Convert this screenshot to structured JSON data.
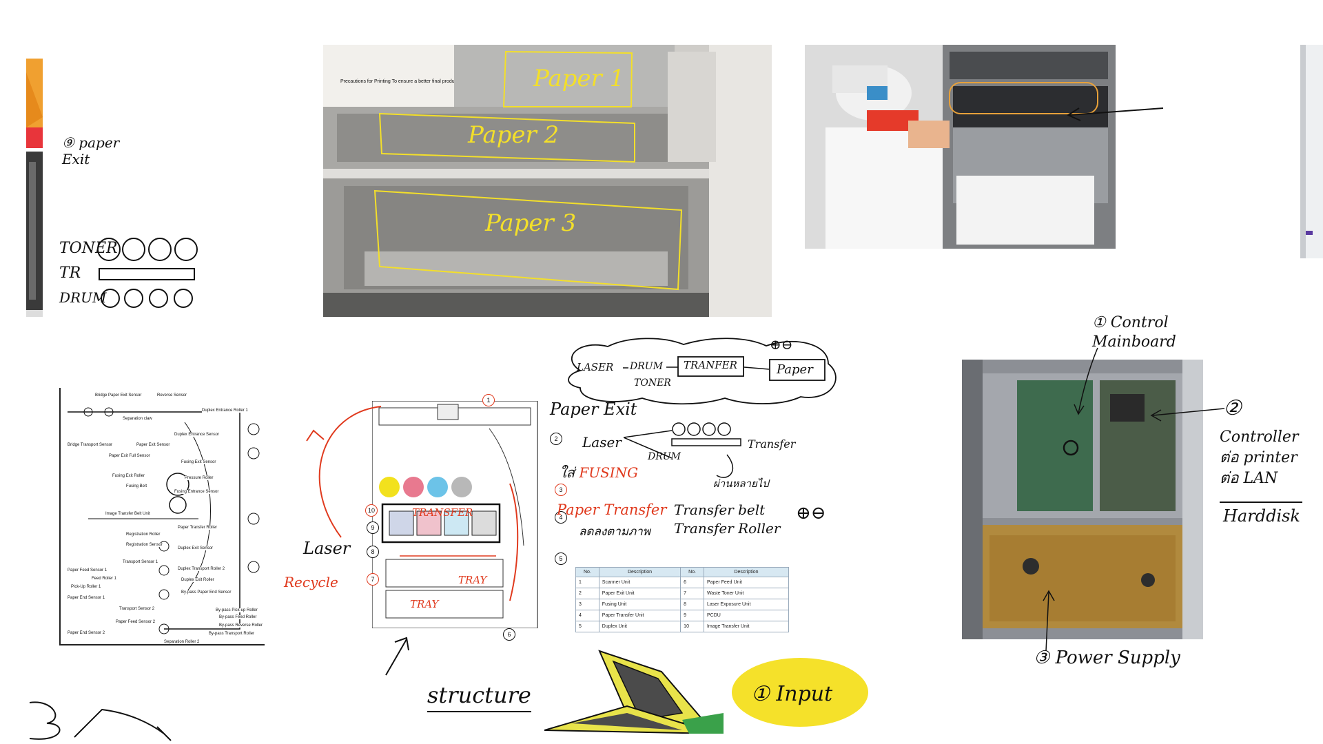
{
  "annotations": {
    "paper_exit_left": "⑨ paper\nExit",
    "toner": "TONER",
    "tr": "TR",
    "drum": "DRUM",
    "paper1": "Paper 1",
    "paper2": "Paper 2",
    "paper3": "Paper 3",
    "cloud_laser": "LASER",
    "cloud_drum": "DRUM",
    "cloud_toner": "TONER",
    "cloud_transfer": "TRANFER",
    "cloud_paper": "Paper",
    "paper_exit": "Paper Exit",
    "laser_right": "Laser",
    "drum_right": "DRUM",
    "transfer_right": "Transfer",
    "thai_note_1": "ผ่านหลายไป",
    "fusing": "FUSING",
    "fusing_prefix": "ใส่",
    "paper_transfer": "Paper Transfer",
    "transfer_belt": "Transfer belt",
    "transfer_roller": "Transfer Roller",
    "thai_note_2": "ลดลงตามภาพ",
    "plus_minus": "⊕⊖",
    "laser_left": "Laser",
    "recycle": "Recycle",
    "transfer_diagram": "TRANSFER",
    "tray1": "TRAY",
    "tray2": "TRAY",
    "structure": "structure",
    "input": "① Input",
    "control_mainboard": "① Control\nMainboard",
    "controller": "Controller\nต่อ printer\nต่อ LAN",
    "harddisk": "Harddisk",
    "power_supply": "③ Power Supply",
    "marker_two": "②"
  },
  "paper_path_labels": [
    "Bridge Paper Exit Sensor",
    "Reverse Sensor",
    "Duplex Entrance Roller 1",
    "Separation claw",
    "Duplex Entrance Sensor",
    "Bridge Transport Sensor",
    "Paper Exit Sensor",
    "Paper Exit Full Sensor",
    "Fusing Exit Sensor",
    "Fusing Exit Roller",
    "Pressure Roller",
    "Fusing Belt",
    "Fusing Entrance Sensor",
    "Image Transfer Belt Unit",
    "Paper Transfer Roller",
    "Registration Roller",
    "Registration Sensor",
    "Duplex Exit Sensor",
    "Transport Sensor 1",
    "Duplex Transport Roller 2",
    "Paper Feed Sensor 1",
    "Feed Roller 1",
    "Duplex Exit Roller",
    "Pick-Up Roller 1",
    "By-pass Paper End Sensor",
    "Paper End Sensor 1",
    "Transport Sensor 2",
    "Paper Feed Sensor 2",
    "By-pass Pick-up Roller",
    "Paper End Sensor 2",
    "By-pass Feed Roller",
    "By-pass Reverse Roller",
    "Separation Roller 2",
    "By-pass Transport Roller"
  ],
  "structure_numbers": [
    "1",
    "2",
    "3",
    "4",
    "5",
    "6",
    "7",
    "8",
    "9",
    "10"
  ],
  "diagram_code": "d238d1015",
  "legend_table": {
    "headers": [
      "No.",
      "Description",
      "No.",
      "Description"
    ],
    "rows": [
      [
        "1",
        "Scanner Unit",
        "6",
        "Paper Feed Unit"
      ],
      [
        "2",
        "Paper Exit Unit",
        "7",
        "Waste Toner Unit"
      ],
      [
        "3",
        "Fusing Unit",
        "8",
        "Laser Exposure Unit"
      ],
      [
        "4",
        "Paper Transfer Unit",
        "9",
        "PCDU"
      ],
      [
        "5",
        "Duplex Unit",
        "10",
        "Image Transfer Unit"
      ]
    ]
  },
  "photo_text": {
    "tray_notice": "Precautions for Printing To ensure a better final product, the product is good quality."
  },
  "colors": {
    "highlight_yellow": "#f3df2a",
    "annotation_red": "#e03a1e",
    "orange_outline": "#e8a13a",
    "toner_yellow": "#f2e11d",
    "toner_magenta": "#e8798f",
    "toner_cyan": "#6cc3e8",
    "toner_gray": "#b8b8b8"
  }
}
